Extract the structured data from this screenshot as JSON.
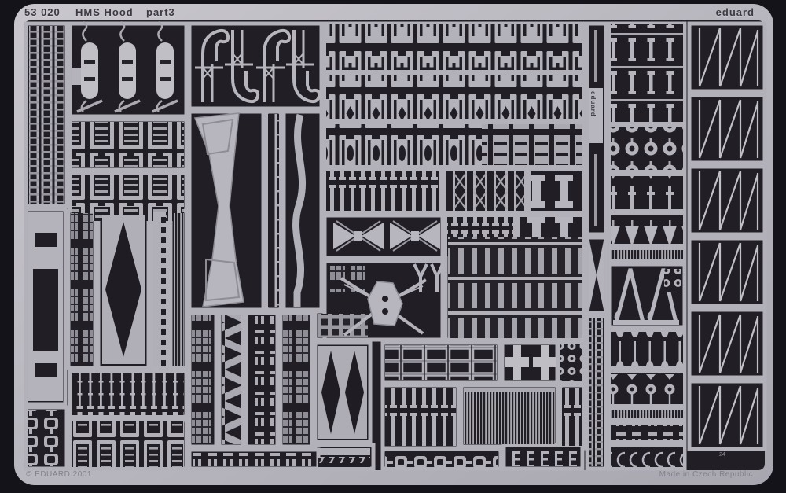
{
  "header": {
    "catalog_number": "53 020",
    "kit_name": "HMS Hood",
    "part_label": "part3",
    "brand": "eduard"
  },
  "footer": {
    "copyright": "© EDUARD 2001",
    "made_in": "Made in Czech Republic",
    "panel_mark": "24"
  },
  "etched": {
    "brand_vertical": "eduard"
  },
  "colors": {
    "outer_background": "#15131a",
    "frame_metal": "#b9b7bf",
    "frame_highlight": "#c9c7cd",
    "field_dark": "#211e26",
    "part_metal": "#b2b0b9",
    "part_bright": "#c7c5cc",
    "part_dim": "#8f8d96",
    "text_dark": "#3c3943",
    "text_engraved": "#82808a"
  }
}
